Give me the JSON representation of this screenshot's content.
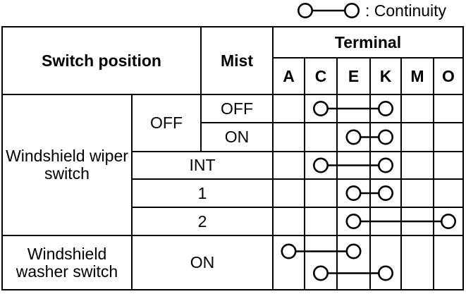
{
  "legend": {
    "symbol": "continuity-symbol",
    "label": ": Continuity"
  },
  "table": {
    "headers": {
      "switch_position": "Switch position",
      "mist": "Mist",
      "terminal": "Terminal"
    },
    "terminals": [
      "A",
      "C",
      "E",
      "K",
      "M",
      "O"
    ],
    "sections": [
      {
        "label": "Windshield wiper switch",
        "rows": [
          {
            "position": "OFF",
            "mist": "OFF",
            "connections": [
              {
                "from": "C",
                "to": "K"
              }
            ]
          },
          {
            "position": "OFF",
            "mist": "ON",
            "connections": [
              {
                "from": "E",
                "to": "K"
              }
            ]
          },
          {
            "position": "INT",
            "connections": [
              {
                "from": "C",
                "to": "K"
              }
            ]
          },
          {
            "position": "1",
            "connections": [
              {
                "from": "E",
                "to": "K"
              }
            ]
          },
          {
            "position": "2",
            "connections": [
              {
                "from": "E",
                "to": "O"
              }
            ]
          }
        ]
      },
      {
        "label": "Windshield washer switch",
        "rows": [
          {
            "position": "ON",
            "connections": [
              {
                "from": "A",
                "to": "E"
              },
              {
                "from": "C",
                "to": "K"
              }
            ]
          }
        ]
      }
    ]
  },
  "colors": {
    "ink": "#000000",
    "background": "#ffffff"
  }
}
